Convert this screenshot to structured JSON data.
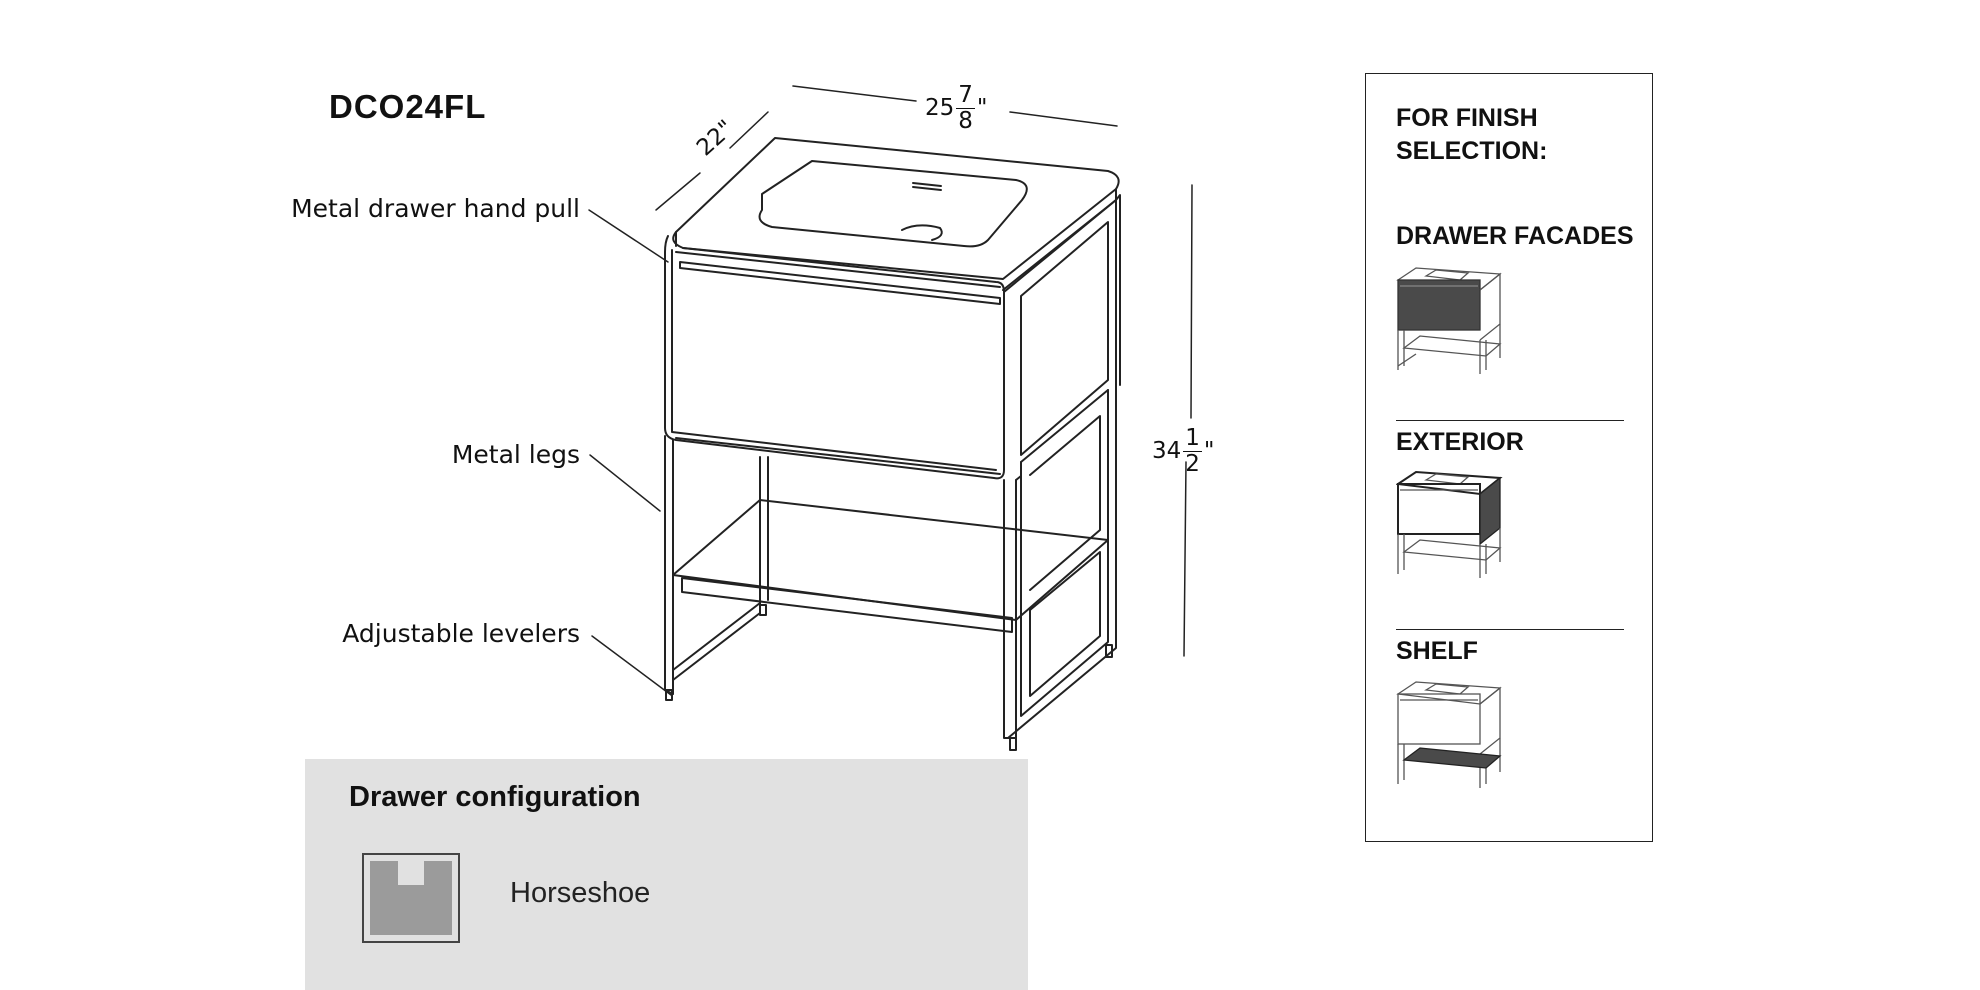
{
  "model": "DCO24FL",
  "callouts": {
    "hand_pull": "Metal drawer hand pull",
    "legs": "Metal legs",
    "levelers": "Adjustable levelers"
  },
  "dimensions": {
    "width_whole": "25",
    "width_num": "7",
    "width_den": "8",
    "width_unit": "\"",
    "depth": "22\"",
    "height_whole": "34",
    "height_num": "1",
    "height_den": "2",
    "height_unit": "\""
  },
  "drawer_config": {
    "title": "Drawer configuration",
    "option": "Horseshoe"
  },
  "finish": {
    "heading_line1": "FOR FINISH",
    "heading_line2": "SELECTION:",
    "sections": [
      "DRAWER FACADES",
      "EXTERIOR",
      "SHELF"
    ]
  },
  "colors": {
    "panel_bg": "#e1e1e1",
    "highlight_dark": "#4a4a4a",
    "line": "#222222"
  }
}
